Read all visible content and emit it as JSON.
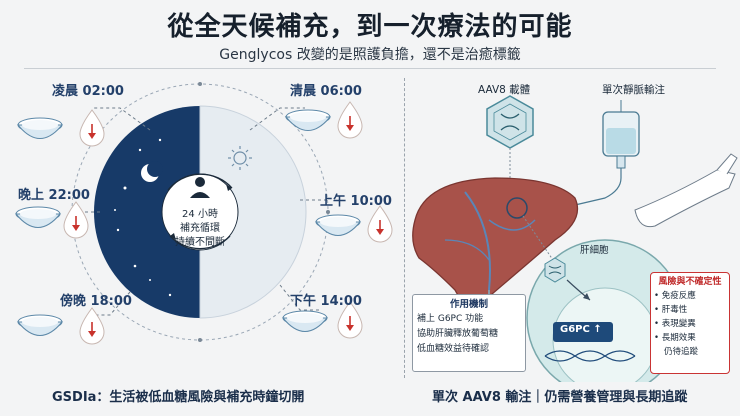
{
  "title": "從全天候補充，到一次療法的可能",
  "subtitle": "Genglycos 改變的是照護負擔，還不是治癒標籤",
  "left": {
    "times": {
      "t0200": "凌晨 02:00",
      "t0600": "清晨 06:00",
      "t1000": "上午 10:00",
      "t1400": "下午 14:00",
      "t1800": "傍晚 18:00",
      "t2200": "晚上 22:00"
    },
    "center_line1": "24 小時",
    "center_line2": "補充循環",
    "center_line3": "持續不間斷",
    "footer": "GSDIa：生活被低血糖風險與補充時鐘切開"
  },
  "right": {
    "aav8_label": "AAV8 載體",
    "iv_label": "單次靜脈輸注",
    "hepatocyte_label": "肝細胞",
    "mechanism": {
      "title": "作用機制",
      "line1": "補上 G6PC 功能",
      "line2": "協助肝臟釋放葡萄糖",
      "line3": "低血糖效益待確認"
    },
    "gene_label": "G6PC",
    "gene_arrow": "↑",
    "risk": {
      "title": "風險與不確定性",
      "items": [
        "• 免疫反應",
        "• 肝毒性",
        "• 表現變異",
        "• 長期效果",
        "仍待追蹤"
      ]
    },
    "footer": "單次 AAV8 輸注｜仍需營養管理與長期追蹤"
  },
  "colors": {
    "night": "#173a68",
    "day": "#e6ecf1",
    "arrow": "#c8322c",
    "accent": "#1e4a7a"
  }
}
